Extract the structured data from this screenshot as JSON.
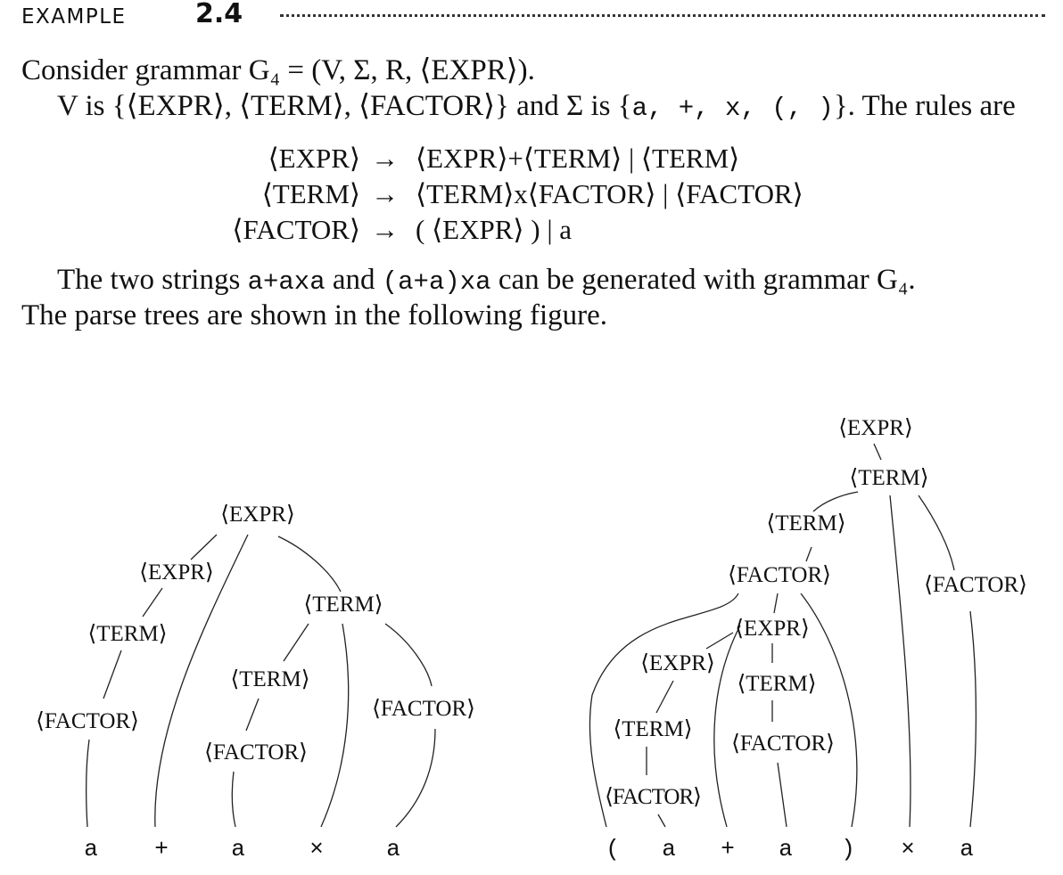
{
  "header": {
    "label": "EXAMPLE",
    "number": "2.4"
  },
  "text": {
    "p1": "Consider grammar G₄ = (V, Σ, R, ⟨EXPR⟩).",
    "p2_a": "V is {⟨EXPR⟩, ⟨TERM⟩, ⟨FACTOR⟩} and Σ is {",
    "p2_sym": "a, +, x, (, )",
    "p2_b": "}. The rules are",
    "p3_a": "The two strings ",
    "p3_s1": "a+axa",
    "p3_b": " and ",
    "p3_s2": "(a+a)xa",
    "p3_c": " can be generated with grammar G₄.",
    "p4": "The parse trees are shown in the following figure."
  },
  "rules": [
    {
      "lhs": "⟨EXPR⟩",
      "arrow": "→",
      "rhs": "⟨EXPR⟩+⟨TERM⟩ | ⟨TERM⟩"
    },
    {
      "lhs": "⟨TERM⟩",
      "arrow": "→",
      "rhs": "⟨TERM⟩x⟨FACTOR⟩ | ⟨FACTOR⟩"
    },
    {
      "lhs": "⟨FACTOR⟩",
      "arrow": "→",
      "rhs": "( ⟨EXPR⟩ ) | a"
    }
  ],
  "tree1": {
    "nodes": [
      "⟨EXPR⟩",
      "⟨EXPR⟩",
      "⟨TERM⟩",
      "⟨TERM⟩",
      "⟨FACTOR⟩",
      "⟨TERM⟩",
      "⟨FACTOR⟩",
      "⟨FACTOR⟩"
    ],
    "leaves": [
      "a",
      "+",
      "a",
      "×",
      "a"
    ]
  },
  "tree2": {
    "nodes": [
      "⟨EXPR⟩",
      "⟨TERM⟩",
      "⟨TERM⟩",
      "⟨FACTOR⟩",
      "⟨FACTOR⟩",
      "⟨EXPR⟩",
      "⟨EXPR⟩",
      "⟨TERM⟩",
      "⟨TERM⟩",
      "⟨FACTOR⟩",
      "⟨FACTOR⟩"
    ],
    "leaves": [
      "(",
      "a",
      "+",
      "a",
      ")",
      "×",
      "a"
    ]
  }
}
